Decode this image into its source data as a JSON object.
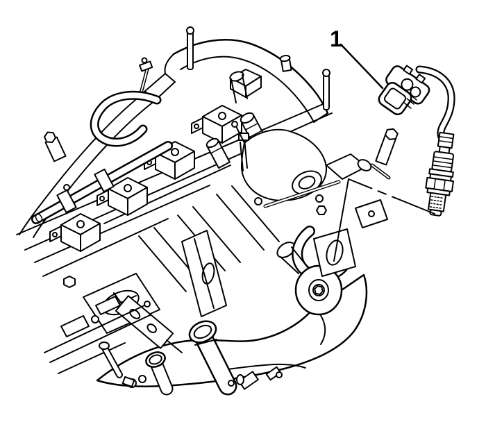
{
  "figure": {
    "kind": "service-manual-line-illustration",
    "background_color": "#ffffff",
    "line_color": "#000000",
    "callout": {
      "label": "1",
      "points_to": "heated-oxygen-sensor"
    },
    "phantom_line": {
      "style": "dash-dot",
      "meaning": "sensor-installed-location-on-engine"
    },
    "parts_depicted": [
      "heated-oxygen-sensor",
      "sensor-connector",
      "sensor-pigtail-wire",
      "camshaft-cover",
      "ignition-coil-row",
      "intake-manifold-arch",
      "breather-hose",
      "fuel-rail",
      "throttle-body",
      "intake-plenum",
      "coolant-pipe-stubs",
      "mounting-brackets"
    ]
  }
}
